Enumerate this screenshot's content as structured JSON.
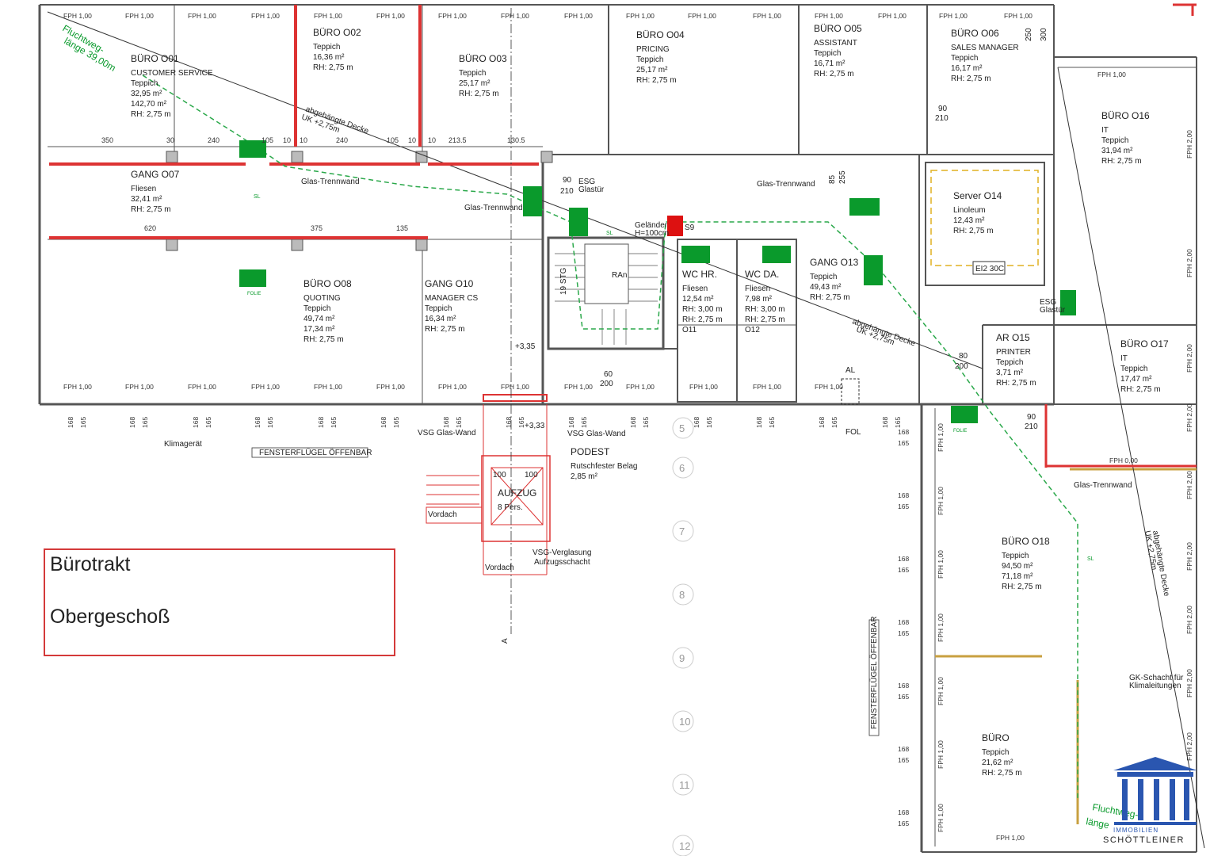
{
  "drawing": {
    "title": "Bürotrakt",
    "floor": "Obergeschoß"
  },
  "logo": {
    "sub": "IMMOBILIEN",
    "main": "SCHÖTTLEINER"
  },
  "rooms": [
    {
      "id": "o01",
      "lines": [
        "BÜRO O01",
        "CUSTOMER SERVICE",
        "Teppich",
        "32,95 m²",
        "142,70 m²",
        "RH: 2,75 m"
      ]
    },
    {
      "id": "o02",
      "lines": [
        "BÜRO O02",
        "Teppich",
        "16,36 m²",
        "RH: 2,75 m"
      ]
    },
    {
      "id": "o03",
      "lines": [
        "BÜRO O03",
        "Teppich",
        "25,17 m²",
        "RH: 2,75 m"
      ]
    },
    {
      "id": "o04",
      "lines": [
        "BÜRO O04",
        "PRICING",
        "Teppich",
        "25,17 m²",
        "RH: 2,75 m"
      ]
    },
    {
      "id": "o05",
      "lines": [
        "BÜRO O05",
        "ASSISTANT",
        "Teppich",
        "16,71 m²",
        "RH: 2,75 m"
      ]
    },
    {
      "id": "o06",
      "lines": [
        "BÜRO O06",
        "SALES MANAGER",
        "Teppich",
        "16,17 m²",
        "RH: 2,75 m"
      ]
    },
    {
      "id": "o16",
      "lines": [
        "BÜRO O16",
        "IT",
        "Teppich",
        "31,94 m²",
        "RH: 2,75 m"
      ]
    },
    {
      "id": "o07",
      "lines": [
        "GANG O07",
        "Fliesen",
        "32,41 m²",
        "RH: 2,75 m"
      ]
    },
    {
      "id": "o14",
      "lines": [
        "Server O14",
        "Linoleum",
        "12,43 m²",
        "RH: 2,75 m"
      ]
    },
    {
      "id": "o08",
      "lines": [
        "BÜRO O08",
        "QUOTING",
        "Teppich",
        "49,74 m²",
        "17,34 m²",
        "RH: 2,75 m"
      ]
    },
    {
      "id": "o10",
      "lines": [
        "GANG O10",
        "MANAGER CS",
        "Teppich",
        "16,34 m²",
        "RH: 2,75 m"
      ]
    },
    {
      "id": "o11",
      "lines": [
        "WC HR.",
        "Fliesen",
        "12,54 m²",
        "RH: 3,00 m",
        "RH: 2,75 m",
        "O11"
      ]
    },
    {
      "id": "o12",
      "lines": [
        "WC DA.",
        "Fliesen",
        "7,98 m²",
        "RH: 3,00 m",
        "RH: 2,75 m",
        "O12"
      ]
    },
    {
      "id": "o13",
      "lines": [
        "GANG O13",
        "Teppich",
        "49,43 m²",
        "RH: 2,75 m"
      ]
    },
    {
      "id": "o15",
      "lines": [
        "AR O15",
        "PRINTER",
        "Teppich",
        "3,71 m²",
        "RH: 2,75 m"
      ]
    },
    {
      "id": "o17",
      "lines": [
        "BÜRO O17",
        "IT",
        "Teppich",
        "17,47 m²",
        "RH: 2,75 m"
      ]
    },
    {
      "id": "podest",
      "lines": [
        "PODEST",
        "Rutschfester Belag",
        "2,85 m²"
      ]
    },
    {
      "id": "aufzug",
      "lines": [
        "AUFZUG",
        "8 Pers."
      ]
    },
    {
      "id": "o18",
      "lines": [
        "BÜRO O18",
        "Teppich",
        "94,50 m²",
        "71,18 m²",
        "RH: 2,75 m"
      ]
    },
    {
      "id": "buero",
      "lines": [
        "BÜRO",
        "Teppich",
        "21,62 m²",
        "RH: 2,75 m"
      ]
    }
  ],
  "dimensions_top": [
    "350",
    "30",
    "240",
    "105",
    "10",
    "10",
    "240",
    "105",
    "10",
    "10",
    "213.5",
    "130.5"
  ],
  "dimensions_mid": [
    "620",
    "375",
    "135"
  ],
  "fph_label": "FPH 1,00",
  "fph_zero": "FPH 0,00",
  "fph_vertical": "FPH 2,00",
  "window_pair": [
    "168",
    "165"
  ],
  "grid_numbers": [
    "5",
    "6",
    "7",
    "8",
    "9",
    "10",
    "11",
    "12"
  ],
  "annotations": {
    "glas_trennwand": "Glas-Trennwand",
    "abgehaengte_decke": "abgehängte Decke",
    "uk": "UK +2,75m",
    "fensterfluegel": "FENSTERFLÜGEL ÖFFENBAR",
    "klimageraet": "Klimagerät",
    "vsg_glas_wand": "VSG Glas-Wand",
    "vsg_verglasung": "VSG-Verglasung",
    "aufzugsschacht": "Aufzugsschacht",
    "vordach": "Vordach",
    "gelaender": "Geländer",
    "gelaender_h": "H=100cm",
    "esg": "ESG",
    "glastuer": "Glastür",
    "fluchtweg": "Fluchtweg-",
    "fluchtweg_laenge": "länge 39,00m",
    "fluchtweg_short": "länge",
    "gk_schacht": "GK-Schacht für",
    "klimaleitungen": "Klimaleitungen",
    "folie": "FOLIE",
    "fol": "FOL",
    "al": "AL",
    "sl": "SL",
    "s9": "S9",
    "ei30c": "EI2 30C",
    "level_335": "+3,35",
    "level_333": "+3,33",
    "section_a": "A",
    "stair": "19 STG",
    "ran": "RAn",
    "door_90": "90",
    "door_210": "210",
    "door_80": "80",
    "door_200": "200",
    "door_85": "85",
    "door_255": "255",
    "door_250": "250",
    "door_300": "300",
    "door_60": "60",
    "door_100": "100"
  }
}
